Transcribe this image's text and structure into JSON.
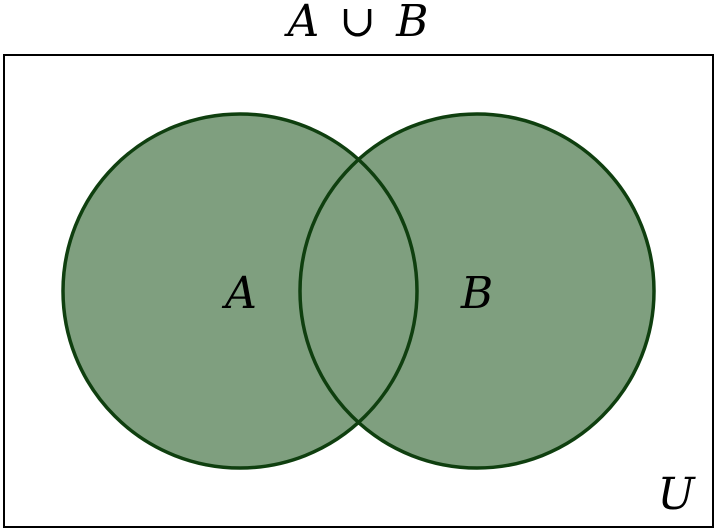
{
  "diagram": {
    "title": {
      "set_a": "A",
      "union_symbol": "∪",
      "set_b": "B"
    },
    "universe_label": "U",
    "circles": [
      {
        "label": "A"
      },
      {
        "label": "B"
      }
    ],
    "fill_color": "#7f9f7f",
    "stroke_color": "#0f3f0f"
  }
}
